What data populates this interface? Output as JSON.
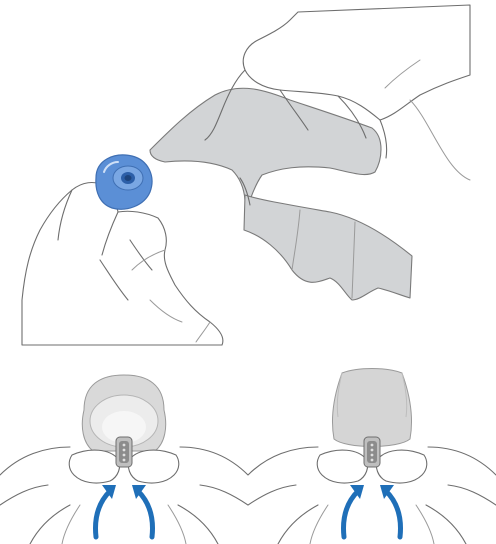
{
  "figure": {
    "panels": [
      {
        "id": "cleaning-step",
        "depicts": [
          "hand-holding-cloth",
          "hand-holding-ear-tip",
          "blue-ear-tip"
        ]
      },
      {
        "id": "fit-step-round-tip",
        "depicts": [
          "round-ear-tip",
          "earbud-nozzle",
          "blue-arrows"
        ]
      },
      {
        "id": "fit-step-flat-tip",
        "depicts": [
          "flat-ear-tip",
          "earbud-nozzle",
          "blue-arrows"
        ]
      }
    ],
    "colors": {
      "ear_tip_blue": "#5b8fd6",
      "arrow_blue": "#1f6fb8",
      "cloth_gray": "#d2d4d6",
      "tip_gray": "#d9d9d9",
      "line_gray": "#6e6e6e"
    }
  }
}
